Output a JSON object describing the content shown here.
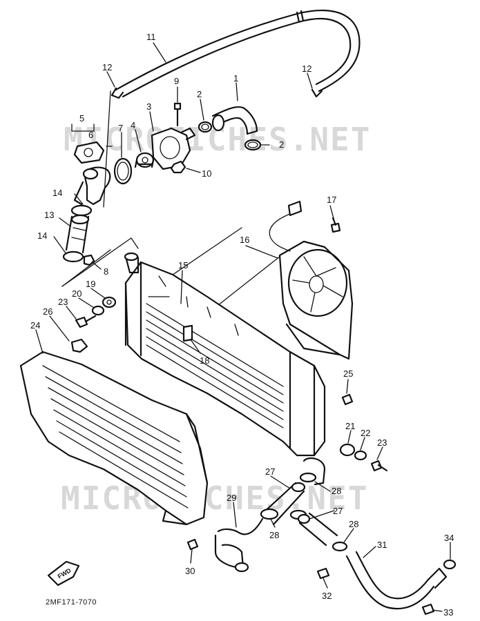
{
  "watermarks": [
    "MICROFICHES.NET",
    "MICROFICHES.NET"
  ],
  "diagram_code": "2MF171-7070",
  "fwd_label": "FWD",
  "callouts": [
    {
      "id": "c1",
      "text": "1"
    },
    {
      "id": "c2a",
      "text": "2"
    },
    {
      "id": "c2b",
      "text": "2"
    },
    {
      "id": "c3",
      "text": "3"
    },
    {
      "id": "c4",
      "text": "4"
    },
    {
      "id": "c5",
      "text": "5"
    },
    {
      "id": "c6",
      "text": "6"
    },
    {
      "id": "c7",
      "text": "7"
    },
    {
      "id": "c8",
      "text": "8"
    },
    {
      "id": "c9",
      "text": "9"
    },
    {
      "id": "c10",
      "text": "10"
    },
    {
      "id": "c11",
      "text": "11"
    },
    {
      "id": "c12a",
      "text": "12"
    },
    {
      "id": "c12b",
      "text": "12"
    },
    {
      "id": "c13",
      "text": "13"
    },
    {
      "id": "c14a",
      "text": "14"
    },
    {
      "id": "c14b",
      "text": "14"
    },
    {
      "id": "c15",
      "text": "15"
    },
    {
      "id": "c16",
      "text": "16"
    },
    {
      "id": "c17",
      "text": "17"
    },
    {
      "id": "c18",
      "text": "18"
    },
    {
      "id": "c19",
      "text": "19"
    },
    {
      "id": "c20",
      "text": "20"
    },
    {
      "id": "c21",
      "text": "21"
    },
    {
      "id": "c22",
      "text": "22"
    },
    {
      "id": "c23a",
      "text": "23"
    },
    {
      "id": "c23b",
      "text": "23"
    },
    {
      "id": "c24",
      "text": "24"
    },
    {
      "id": "c25",
      "text": "25"
    },
    {
      "id": "c26",
      "text": "26"
    },
    {
      "id": "c27a",
      "text": "27"
    },
    {
      "id": "c27b",
      "text": "27"
    },
    {
      "id": "c28a",
      "text": "28"
    },
    {
      "id": "c28b",
      "text": "28"
    },
    {
      "id": "c28c",
      "text": "28"
    },
    {
      "id": "c29",
      "text": "29"
    },
    {
      "id": "c30",
      "text": "30"
    },
    {
      "id": "c31",
      "text": "31"
    },
    {
      "id": "c32",
      "text": "32"
    },
    {
      "id": "c33",
      "text": "33"
    },
    {
      "id": "c34",
      "text": "34"
    }
  ]
}
